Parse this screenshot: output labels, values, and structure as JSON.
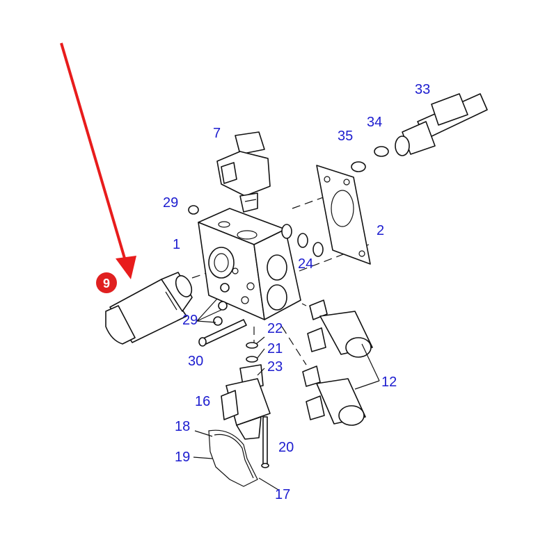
{
  "highlight": {
    "label": "9",
    "badge_color": "#e02020",
    "arrow_color": "#e81c1c"
  },
  "label_color": "#1c1ccf",
  "labels": {
    "l1": "1",
    "l2": "2",
    "l7": "7",
    "l12": "12",
    "l16": "16",
    "l17": "17",
    "l18": "18",
    "l19": "19",
    "l20": "20",
    "l21": "21",
    "l22": "22",
    "l23": "23",
    "l24": "24",
    "l29a": "29",
    "l29b": "29",
    "l30": "30",
    "l33": "33",
    "l34": "34",
    "l35": "35"
  }
}
